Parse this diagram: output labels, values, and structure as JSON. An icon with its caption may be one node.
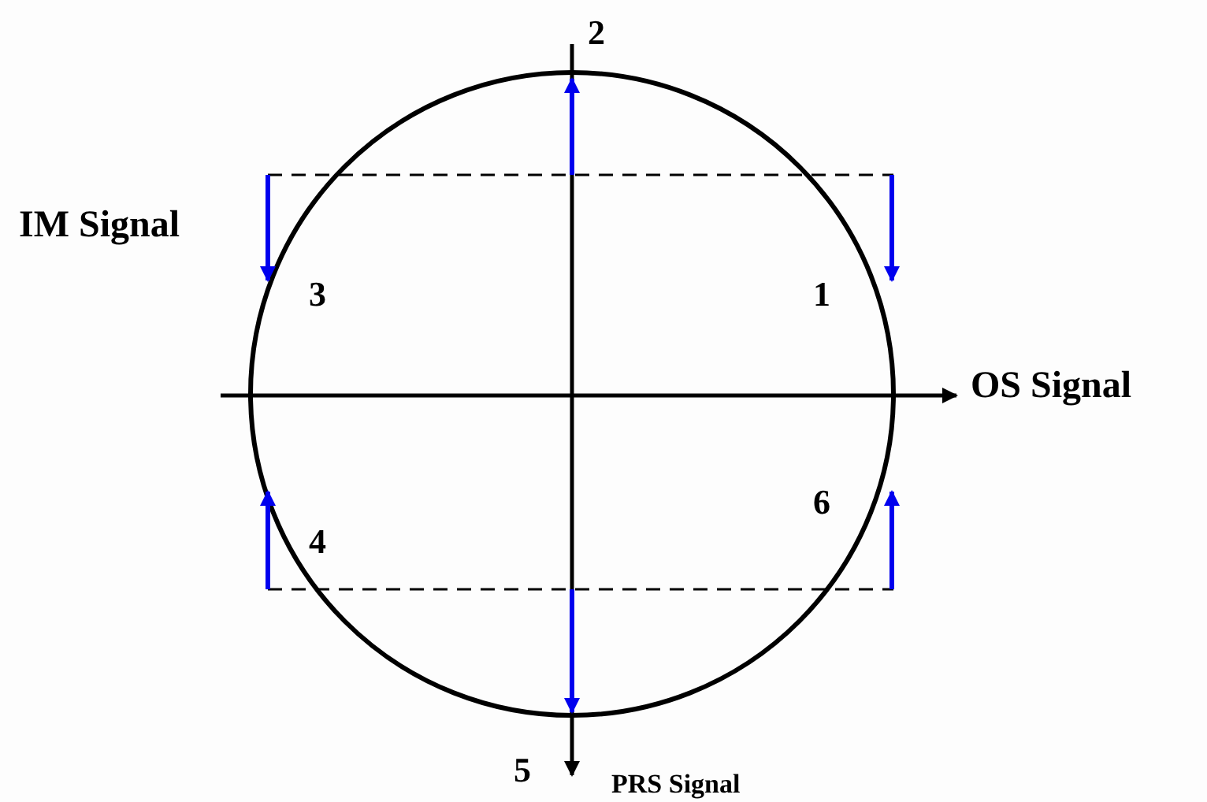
{
  "diagram": {
    "labels": [
      "2",
      "IM Signal",
      "3",
      "1",
      "OS Signal",
      "6",
      "4",
      "5",
      "PRS Signal"
    ]
  }
}
